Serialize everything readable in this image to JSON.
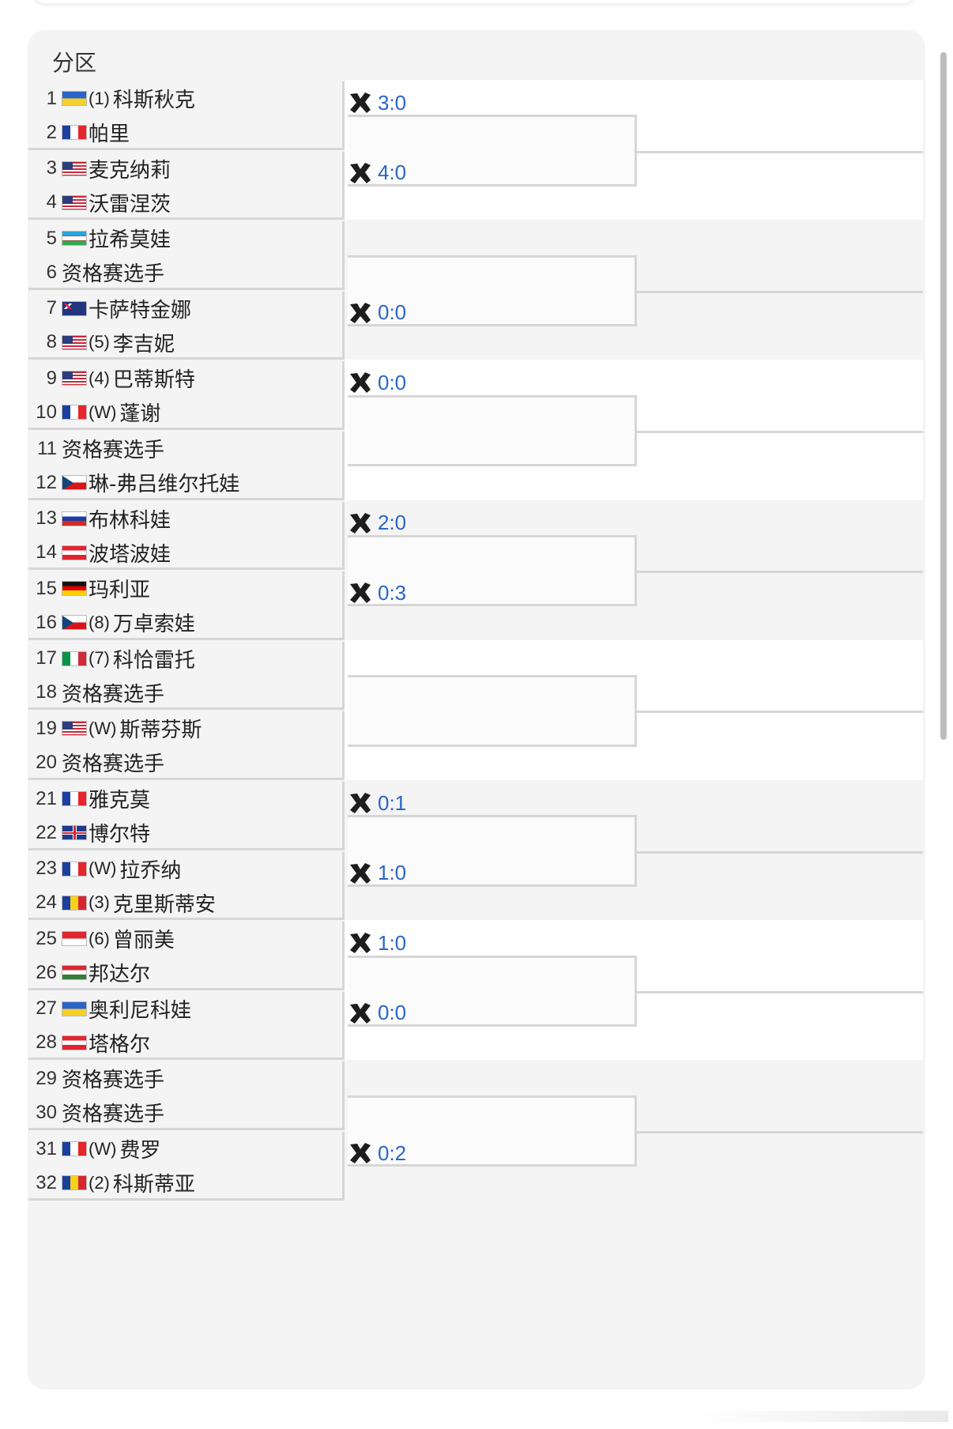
{
  "section_title": "分区",
  "pairs": [
    {
      "entries": [
        {
          "num": "1",
          "flag": "ukraine-flag",
          "seed": "(1)",
          "name": "科斯秋克"
        },
        {
          "num": "2",
          "flag": "france-flag",
          "seed": "",
          "name": "帕里"
        }
      ],
      "score": "3:0"
    },
    {
      "entries": [
        {
          "num": "3",
          "flag": "usa-flag",
          "seed": "",
          "name": "麦克纳莉"
        },
        {
          "num": "4",
          "flag": "usa-flag",
          "seed": "",
          "name": "沃雷涅茨"
        }
      ],
      "score": "4:0"
    },
    {
      "entries": [
        {
          "num": "5",
          "flag": "uzbekistan-flag",
          "seed": "",
          "name": "拉希莫娃"
        },
        {
          "num": "6",
          "flag": "",
          "seed": "",
          "name": "资格赛选手"
        }
      ],
      "score": ""
    },
    {
      "entries": [
        {
          "num": "7",
          "flag": "australia-flag",
          "seed": "",
          "name": "卡萨特金娜"
        },
        {
          "num": "8",
          "flag": "usa-flag",
          "seed": "(5)",
          "name": "李吉妮"
        }
      ],
      "score": "0:0"
    },
    {
      "entries": [
        {
          "num": "9",
          "flag": "usa-flag",
          "seed": "(4)",
          "name": "巴蒂斯特"
        },
        {
          "num": "10",
          "flag": "france-flag",
          "seed": "(W)",
          "name": "蓬谢"
        }
      ],
      "score": "0:0"
    },
    {
      "entries": [
        {
          "num": "11",
          "flag": "",
          "seed": "",
          "name": "资格赛选手"
        },
        {
          "num": "12",
          "flag": "czech-flag",
          "seed": "",
          "name": "琳-弗吕维尔托娃"
        }
      ],
      "score": ""
    },
    {
      "entries": [
        {
          "num": "13",
          "flag": "russia-flag",
          "seed": "",
          "name": "布林科娃"
        },
        {
          "num": "14",
          "flag": "austria-flag",
          "seed": "",
          "name": "波塔波娃"
        }
      ],
      "score": "2:0"
    },
    {
      "entries": [
        {
          "num": "15",
          "flag": "germany-flag",
          "seed": "",
          "name": "玛利亚"
        },
        {
          "num": "16",
          "flag": "czech-flag",
          "seed": "(8)",
          "name": "万卓索娃"
        }
      ],
      "score": "0:3"
    },
    {
      "entries": [
        {
          "num": "17",
          "flag": "italy-flag",
          "seed": "(7)",
          "name": "科恰雷托"
        },
        {
          "num": "18",
          "flag": "",
          "seed": "",
          "name": "资格赛选手"
        }
      ],
      "score": ""
    },
    {
      "entries": [
        {
          "num": "19",
          "flag": "usa-flag",
          "seed": "(W)",
          "name": "斯蒂芬斯"
        },
        {
          "num": "20",
          "flag": "",
          "seed": "",
          "name": "资格赛选手"
        }
      ],
      "score": ""
    },
    {
      "entries": [
        {
          "num": "21",
          "flag": "france-flag",
          "seed": "",
          "name": "雅克莫"
        },
        {
          "num": "22",
          "flag": "uk-flag",
          "seed": "",
          "name": "博尔特"
        }
      ],
      "score": "0:1"
    },
    {
      "entries": [
        {
          "num": "23",
          "flag": "france-flag",
          "seed": "(W)",
          "name": "拉乔纳"
        },
        {
          "num": "24",
          "flag": "romania-flag",
          "seed": "(3)",
          "name": "克里斯蒂安"
        }
      ],
      "score": "1:0"
    },
    {
      "entries": [
        {
          "num": "25",
          "flag": "indonesia-flag",
          "seed": "(6)",
          "name": "曾丽美"
        },
        {
          "num": "26",
          "flag": "hungary-flag",
          "seed": "",
          "name": "邦达尔"
        }
      ],
      "score": "1:0"
    },
    {
      "entries": [
        {
          "num": "27",
          "flag": "ukraine-flag",
          "seed": "",
          "name": "奥利尼科娃"
        },
        {
          "num": "28",
          "flag": "austria-flag",
          "seed": "",
          "name": "塔格尔"
        }
      ],
      "score": "0:0"
    },
    {
      "entries": [
        {
          "num": "29",
          "flag": "",
          "seed": "",
          "name": "资格赛选手"
        },
        {
          "num": "30",
          "flag": "",
          "seed": "",
          "name": "资格赛选手"
        }
      ],
      "score": ""
    },
    {
      "entries": [
        {
          "num": "31",
          "flag": "france-flag",
          "seed": "(W)",
          "name": "费罗"
        },
        {
          "num": "32",
          "flag": "romania-flag",
          "seed": "(2)",
          "name": "科斯蒂亚"
        }
      ],
      "score": "0:2"
    }
  ],
  "colors": {
    "score_text": "#2a66c7",
    "line": "#d6d6d6",
    "panel_bg": "#f4f4f4",
    "alt_row_bg": "#ffffff"
  }
}
